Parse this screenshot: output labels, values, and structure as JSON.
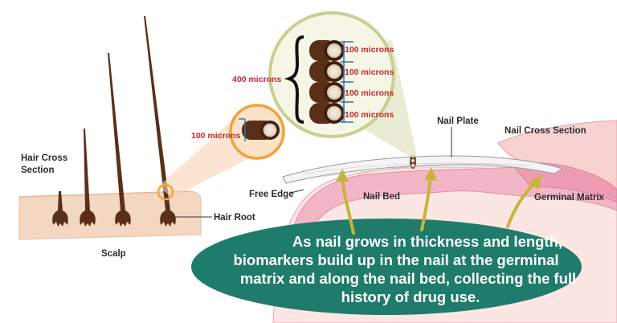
{
  "labels": {
    "hair_cross_section_line1": "Hair Cross",
    "hair_cross_section_line2": "Section",
    "scalp": "Scalp",
    "hair_root": "Hair Root",
    "nail_plate": "Nail Plate",
    "nail_cross_section": "Nail Cross Section",
    "free_edge": "Free Edge",
    "nail_bed": "Nail Bed",
    "germinal_matrix": "Germinal Matrix"
  },
  "measurements": {
    "hair_segment": "100 microns",
    "nail_total": "400 microns",
    "nail_layers": [
      "100 microns",
      "100 microns",
      "100 microns",
      "100 microns"
    ]
  },
  "caption": {
    "lines": [
      "As nail grows in thickness and length,",
      "biomarkers build up in the nail at the germinal",
      "matrix and along the nail bed, collecting the full",
      "history of drug use."
    ]
  },
  "colors": {
    "hair": "#5a2f1a",
    "scalp": "#f4d7c0",
    "skin_pink": "#f2b8c6",
    "skin_light": "#fbe3e3",
    "zoom_green": "#c9cf8e",
    "zoom_orange": "#f5a13c",
    "caption_bg": "#1f7b6a",
    "arrow_gold": "#c8b43a",
    "measure_red": "#c2282d"
  }
}
